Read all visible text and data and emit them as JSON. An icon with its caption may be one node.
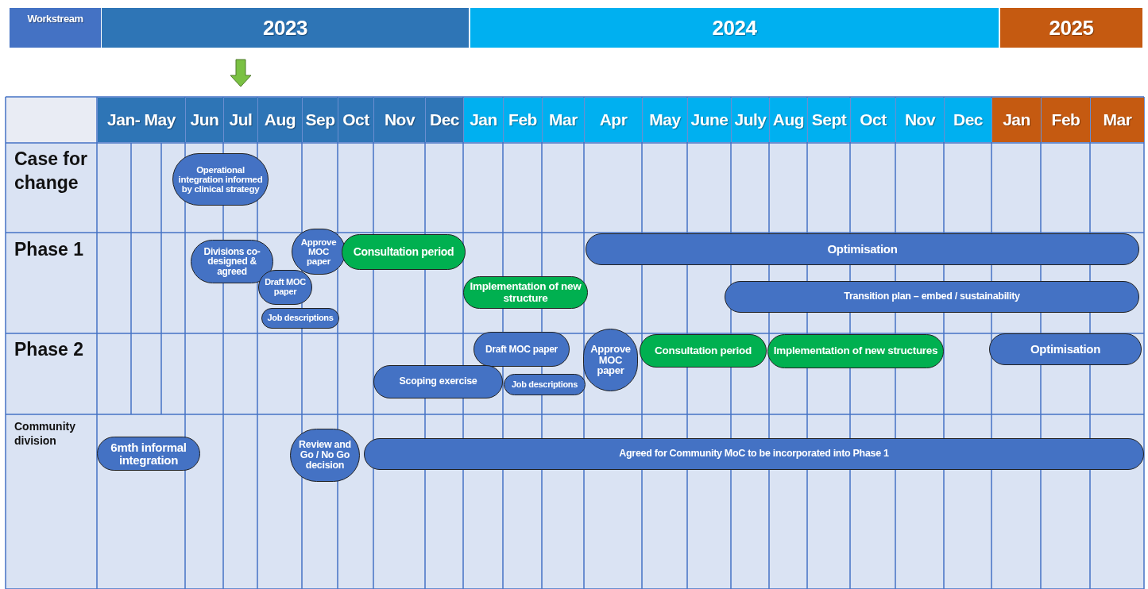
{
  "diagram": {
    "nodes": [
      {
        "text": [
          "Operational integration informed by clinical strategy"
        ]
      },
      {
        "text": [
          "Divisions co-designed & agreed"
        ]
      },
      {
        "text": [
          "Approve MOC paper"
        ]
      },
      {
        "text": [
          "Consultation period"
        ]
      },
      {
        "text": [
          "Draft MOC paper"
        ]
      },
      {
        "text": [
          "Job descriptions"
        ]
      },
      {
        "text": [
          "Implementation of new structure"
        ]
      },
      {
        "text": [
          "Optimisation"
        ]
      },
      {
        "text": [
          "Transition plan – embed / sustainability"
        ]
      },
      {
        "text": [
          "Draft MOC paper"
        ]
      },
      {
        "text": [
          "Scoping exercise"
        ]
      },
      {
        "text": [
          "Job descriptions"
        ]
      },
      {
        "text": [
          "Approve MOC paper"
        ]
      },
      {
        "text": [
          "Consultation period"
        ]
      },
      {
        "text": [
          "Implementation of new structures"
        ]
      },
      {
        "text": [
          "Optimisation"
        ]
      },
      {
        "text": [
          "6mth informal integration"
        ]
      },
      {
        "text": [
          "Review and Go / No Go decision"
        ]
      },
      {
        "text": [
          "Agreed for Community MoC to be incorporated into Phase 1"
        ]
      }
    ],
    "labels": [
      "Workstream",
      "2023",
      "2024",
      "2025",
      "Jan- May",
      "Jun",
      "Jul",
      "Aug",
      "Sep",
      "Oct",
      "Nov",
      "Dec",
      "Jan",
      "Feb",
      "Mar",
      "Apr",
      "May",
      "June",
      "July",
      "Aug",
      "Sept",
      "Oct",
      "Nov",
      "Dec",
      "Jan",
      "Feb",
      "Mar",
      "Case for change",
      "Phase 1",
      "Phase 2",
      "Community division"
    ]
  }
}
